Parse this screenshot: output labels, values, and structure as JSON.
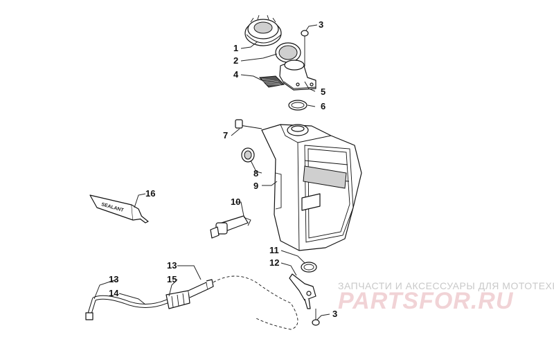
{
  "callouts": {
    "c1": "1",
    "c2": "2",
    "c3a": "3",
    "c4": "4",
    "c5": "5",
    "c6": "6",
    "c7": "7",
    "c8": "8",
    "c9": "9",
    "c10": "10",
    "c11": "11",
    "c12": "12",
    "c13a": "13",
    "c13b": "13",
    "c14": "14",
    "c15": "15",
    "c16": "16",
    "c3b": "3"
  },
  "tube_label": "SEALANT",
  "watermark": {
    "subtitle": "ЗАПЧАСТИ И АКСЕССУАРЫ ДЛЯ МОТОТЕХНИКИ",
    "logo": "PARTSFOR.RU"
  },
  "colors": {
    "line": "#111111",
    "watermark_logo": "#f1d3d6",
    "watermark_text": "#c9c9c9"
  }
}
